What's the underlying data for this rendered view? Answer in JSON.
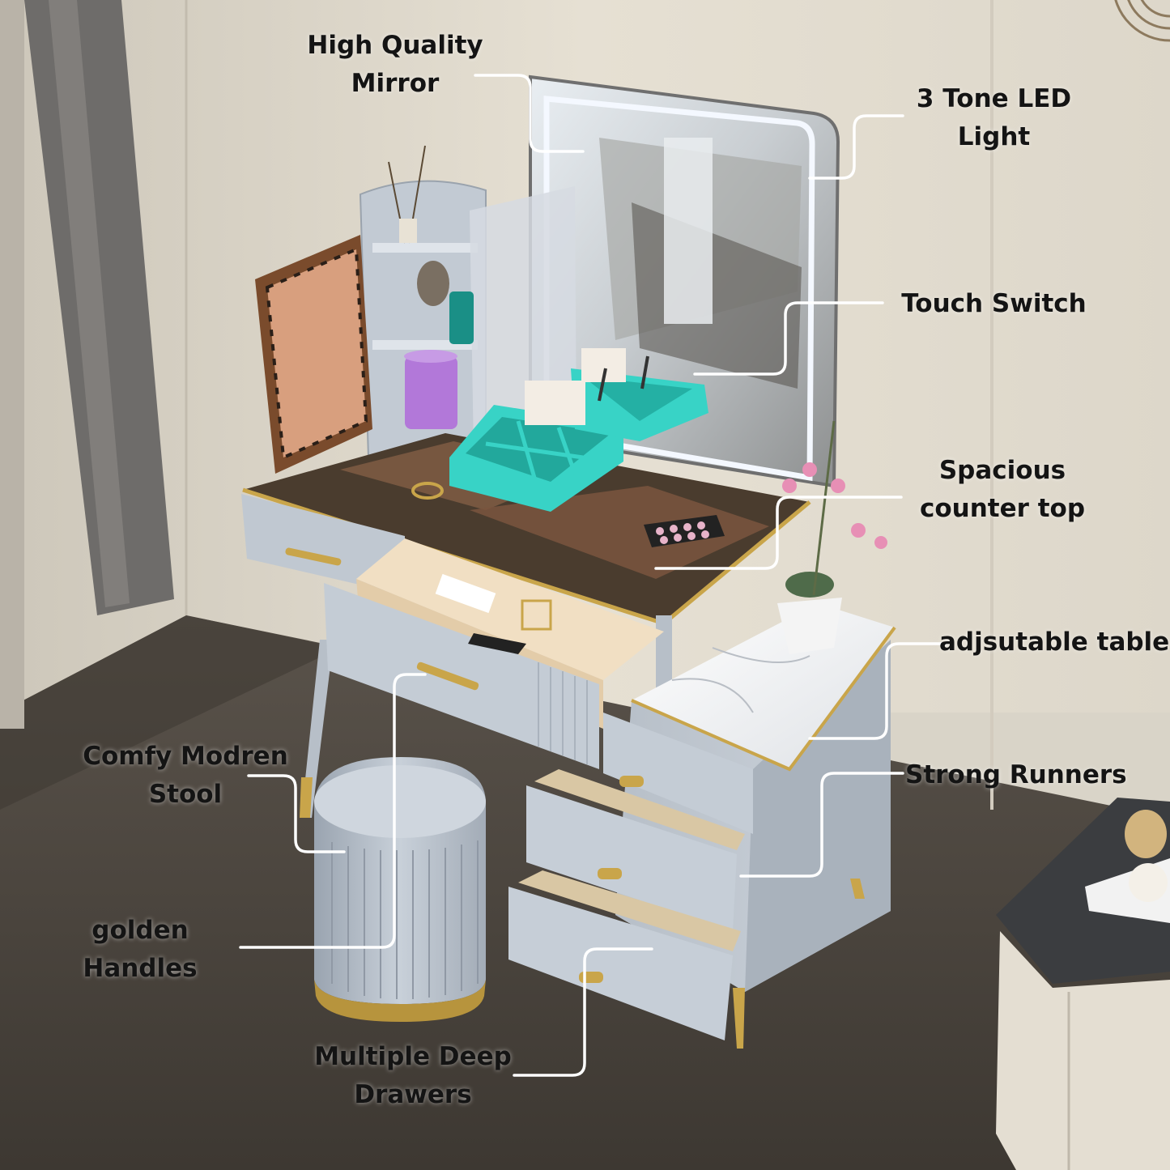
{
  "callouts": {
    "mirror": {
      "line1": "High Quality",
      "line2": "Mirror"
    },
    "led": {
      "line1": "3 Tone LED",
      "line2": "Light"
    },
    "touch": {
      "line1": "Touch Switch"
    },
    "counter": {
      "line1": "Spacious",
      "line2": "counter top"
    },
    "table": {
      "line1": "adjsutable table"
    },
    "runners": {
      "line1": "Strong Runners"
    },
    "stool": {
      "line1": "Comfy Modren",
      "line2": "Stool"
    },
    "handles": {
      "line1": "golden",
      "line2": "Handles"
    },
    "drawers": {
      "line1": "Multiple Deep",
      "line2": "Drawers"
    }
  },
  "colors": {
    "wall": "#e3ddd0",
    "floor": "#4c463f",
    "cabinet": "#c4ccd5",
    "gold": "#c9a54a",
    "countertop": "#4a3c2e",
    "organizer": "#38d3c6",
    "leader_line": "#ffffff"
  }
}
